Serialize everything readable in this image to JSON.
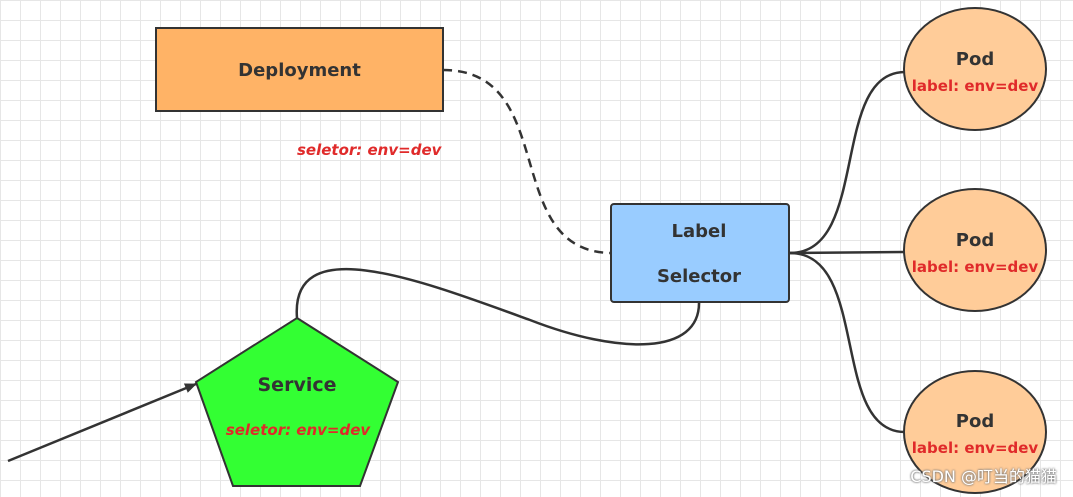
{
  "deployment": {
    "label": "Deployment",
    "selector": "seletor:  env=dev"
  },
  "label_selector": {
    "line1": "Label",
    "line2": "Selector"
  },
  "service": {
    "label": "Service",
    "selector": "seletor:  env=dev"
  },
  "pods": [
    {
      "title": "Pod",
      "label": "label: env=dev"
    },
    {
      "title": "Pod",
      "label": "label: env=dev"
    },
    {
      "title": "Pod",
      "label": "label: env=dev"
    }
  ],
  "watermark": "CSDN @叮当的猫猫",
  "colors": {
    "deployment_fill": "#ffb366",
    "selector_fill": "#99ccff",
    "service_fill": "#33ff33",
    "pod_fill": "#ffcc99",
    "selector_text": "#e02a2a",
    "stroke": "#333333"
  }
}
